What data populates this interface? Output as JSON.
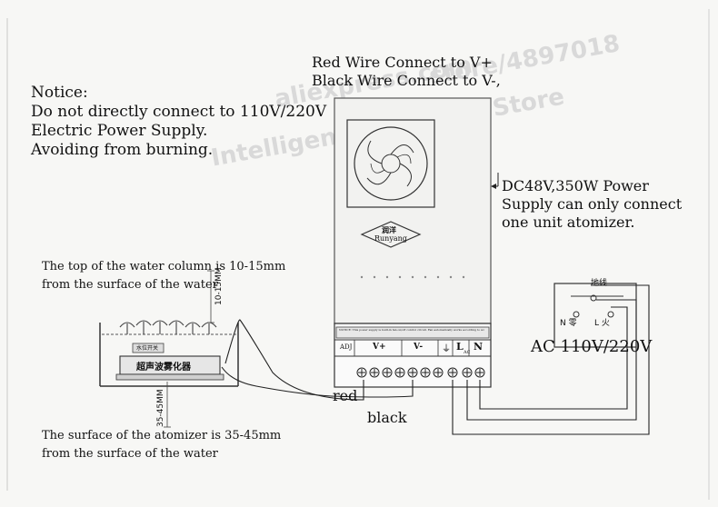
{
  "notice": {
    "lines": [
      "Notice:",
      "Do not directly connect to 110V/220V",
      "Electric Power Supply.",
      "Avoiding from burning."
    ]
  },
  "wire_note": {
    "line1": "Red Wire Connect to V+",
    "line2": "Black Wire Connect to V-,"
  },
  "power_supply_note": {
    "line1": "DC48V,350W Power",
    "line2": "Supply can only connect",
    "line3": "one unit atomizer."
  },
  "water_column_note": {
    "line1": "The top of the water column is 10-15mm",
    "line2": "from the surface of the water"
  },
  "atomizer_note": {
    "line1": "The surface of the atomizer is 35-45mm",
    "line2": "from the surface of the water"
  },
  "dimensions": {
    "top": "10-15MM",
    "bottom": "35-45MM"
  },
  "atomizer_label": "超声波雾化器",
  "atomizer_sub": "水位开关",
  "psu": {
    "logo_cn": "润洋",
    "logo_en": "Runyang",
    "warning": "NOTICE: This power supply is built-in fan on/off control circuit. Fan automatically works according to working temperature",
    "model": "ADJ",
    "terminals": [
      "V+",
      "V-",
      "⏚",
      "L",
      "N"
    ],
    "ac_sub": "AC"
  },
  "ac_source": {
    "ground_cn": "地线",
    "n_label": "N 零",
    "l_label": "L 火",
    "label": "AC 110V/220V"
  },
  "wires": {
    "red": "red",
    "black": "black"
  },
  "watermark": {
    "line1": "store/4897018",
    "line2": "aliexpress.com",
    "line3": "Intelligent Appliance Store"
  }
}
